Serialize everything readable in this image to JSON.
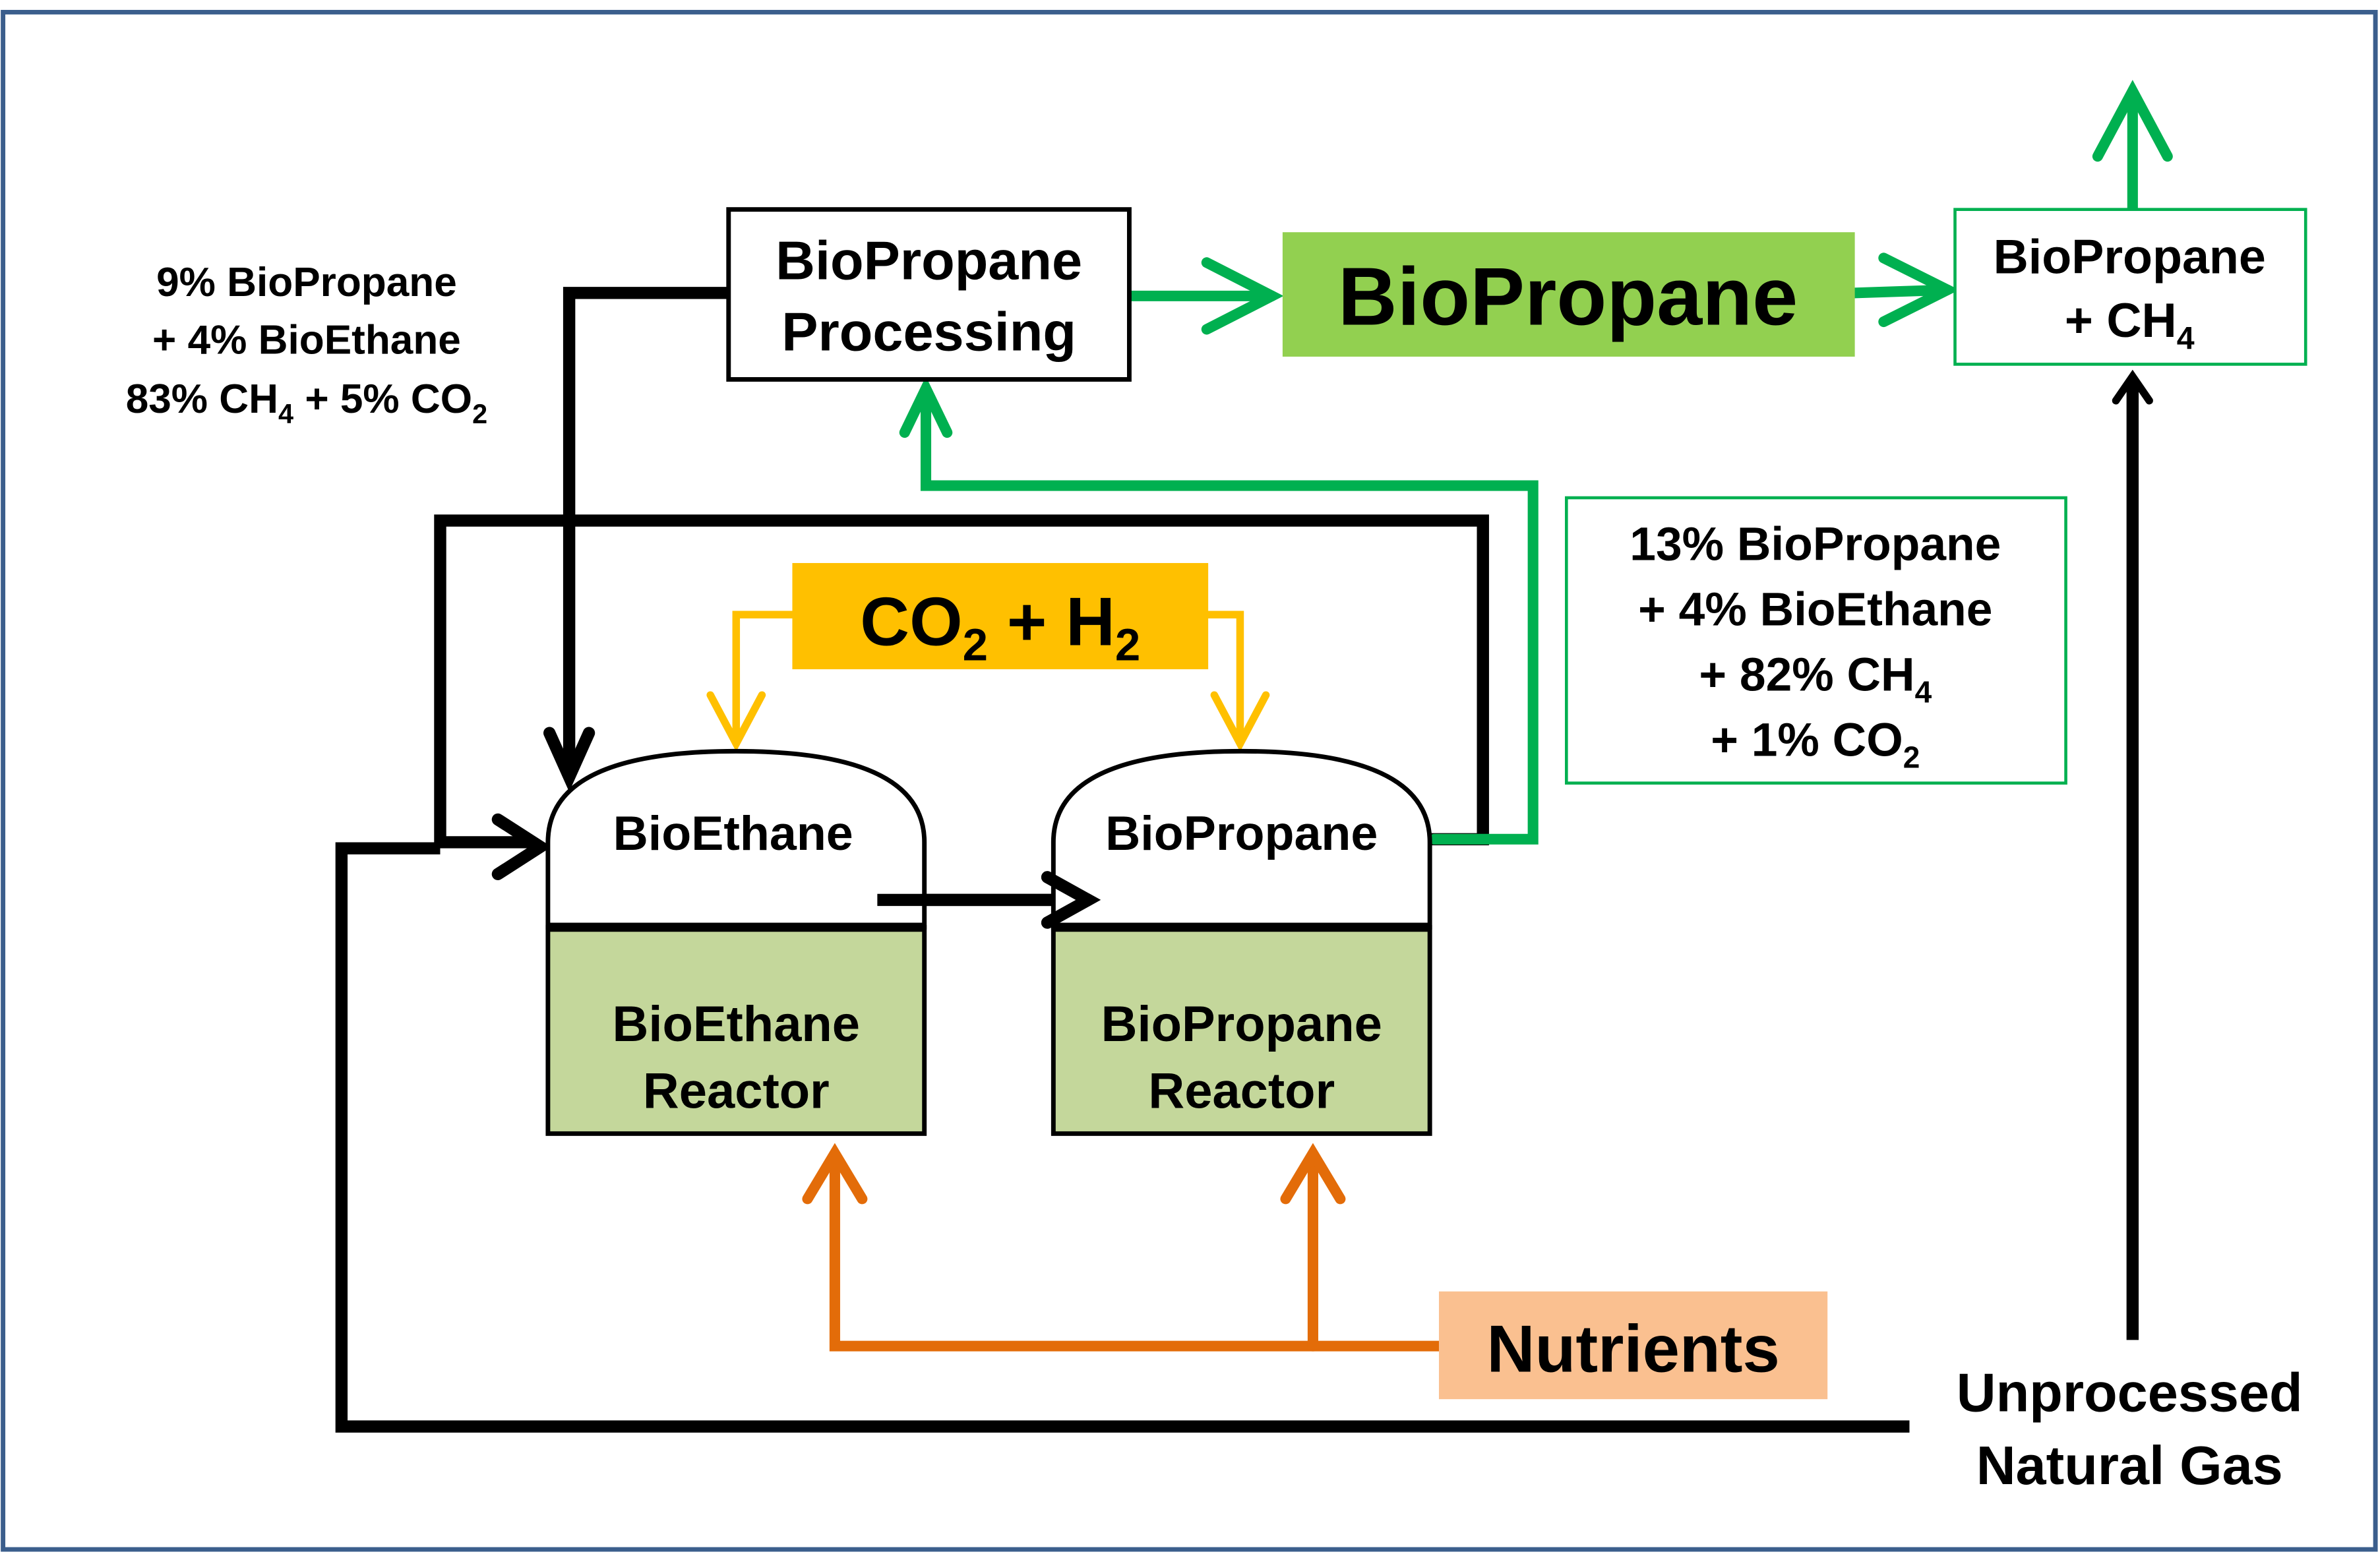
{
  "feed_label": {
    "line1": "9% BioPropane",
    "line2": "+ 4% BioEthane",
    "line3_a": "83% CH",
    "line3_sub1": "4",
    "line3_b": " + 5% CO",
    "line3_sub2": "2"
  },
  "processing": {
    "line1": "BioPropane",
    "line2": "Processing"
  },
  "product": {
    "label": "BioPropane"
  },
  "output": {
    "line1": "BioPropane",
    "line2": "+  CH",
    "line2_sub": "4"
  },
  "reactor_gas_label": {
    "line1": "13% BioPropane",
    "line2": "+ 4% BioEthane",
    "line3": "+ 82% CH",
    "line3_sub": "4",
    "line4": "+ 1% CO",
    "line4_sub": "2"
  },
  "co2_h2": {
    "a": "CO",
    "sub1": "2",
    "b": " + H",
    "sub2": "2"
  },
  "ethane_reactor": {
    "dome": "BioEthane",
    "line1": "BioEthane",
    "line2": "Reactor"
  },
  "propane_reactor": {
    "dome": "BioPropane",
    "line1": "BioPropane",
    "line2": "Reactor"
  },
  "nutrients": {
    "label": "Nutrients"
  },
  "natural_gas": {
    "line1": "Unprocessed",
    "line2": "Natural Gas"
  },
  "colors": {
    "border": "#3B5E8C",
    "green_line": "#00B050",
    "product_fill": "#92D050",
    "reactor_fill": "#C4D79B",
    "co2_fill": "#FFC000",
    "nutrients_fill": "#FAC090",
    "nutrients_line": "#E36C09"
  }
}
